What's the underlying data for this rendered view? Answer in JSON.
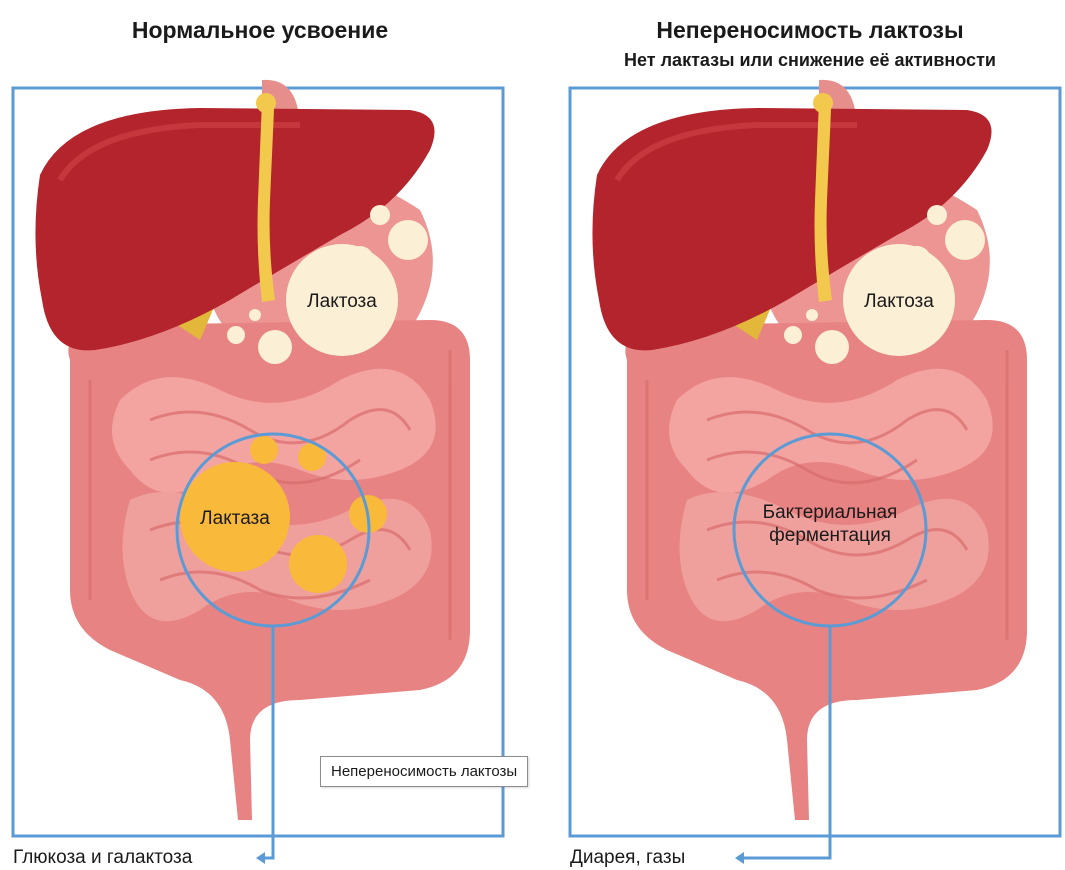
{
  "left": {
    "title": "Нормальное усвоение",
    "stomach_label": "Лактоза",
    "circle_label": "Лактаза",
    "caption": "Глюкоза и галактоза"
  },
  "right": {
    "title": "Непереносимость лактозы",
    "subtitle": "Нет лактазы или снижение её активности",
    "stomach_label": "Лактоза",
    "circle_label_line1": "Бактериальная",
    "circle_label_line2": "ферментация",
    "caption": "Диарея, газы"
  },
  "tooltip": "Непереносимость лактозы",
  "colors": {
    "frame": "#5b9bd5",
    "liver": "#b3242c",
    "bile": "#f2c94c",
    "intestine": "#e98a8a",
    "lactose_bubble": "#fbefd5",
    "lactase_bubble": "#f9b93a"
  }
}
